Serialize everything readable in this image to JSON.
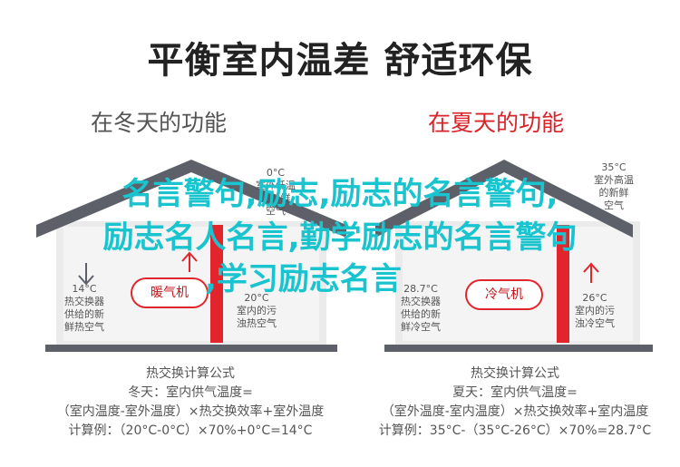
{
  "title": "平衡室内温差 舒适环保",
  "winter": {
    "heading": "在冬天的功能",
    "outdoor_label": "0°C\n室外低温\n的新鲜\n空气",
    "indoor_label": "14°C\n热交换器\n供给的新\n鲜热空气",
    "dirty_label": "20°C\n室内的污\n浊热空气",
    "appliance": "暖气机",
    "formula_title": "热交换计算公式",
    "formula_line1": "冬天：室内供气温度=",
    "formula_line2": "（室内温度-室外温度）×热交换效率+室外温度",
    "formula_line3": "计算例：（20°C-0°C）×70%+0°C=14°C"
  },
  "summer": {
    "heading": "在夏天的功能",
    "outdoor_label": "35°C\n室外高温\n的新鲜\n空气",
    "indoor_label": "28.7°C\n热交换器\n供给的新\n鲜冷空气",
    "dirty_label": "26°C\n室内的污\n浊冷空气",
    "appliance": "冷气机",
    "formula_title": "热交换计算公式",
    "formula_line1": "夏天：室内供气温度=",
    "formula_line2": "（室外温度-室内温度）×热交换效率+室内温度",
    "formula_line3": "计算例：35°C-（35°C-26°C）×70%=28.7°C"
  },
  "overlay_text": {
    "line1": "名言警句,励志,励志的名言警句,",
    "line2": "励志名人名言,勤学励志的名言警句",
    "line3": ",学习励志名言"
  },
  "colors": {
    "red": "#e2252c",
    "roof": "#5d6069",
    "overlay": "#19c4cf"
  }
}
